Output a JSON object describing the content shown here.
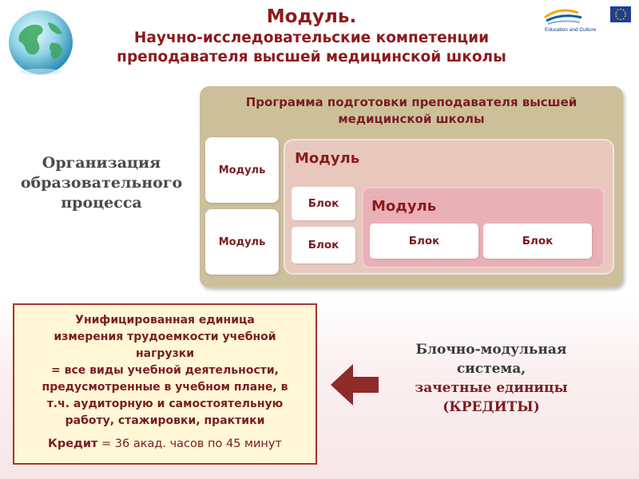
{
  "header": {
    "title_line1": "Модуль.",
    "title_line2": "Научно-исследовательские компетенции",
    "title_line3": "преподавателя высшей медицинской школы"
  },
  "logo": {
    "caption": "Education and Culture"
  },
  "diagram": {
    "program_title_line1": "Программа подготовки преподавателя высшей",
    "program_title_line2": "медицинской школы",
    "side_modules": [
      "Модуль",
      "Модуль"
    ],
    "outer_module_title": "Модуль",
    "outer_blocks": [
      "Блок",
      "Блок"
    ],
    "inner_module_title": "Модуль",
    "inner_blocks": [
      "Блок",
      "Блок"
    ]
  },
  "organization_label": {
    "line1": "Организация",
    "line2": "образовательного",
    "line3": "процесса"
  },
  "credit_box": {
    "line1": "Унифицированная единица",
    "line2": "измерения трудоемкости учебной",
    "line3": "нагрузки",
    "line4": "= все виды учебной деятельности,",
    "line5": "предусмотренные в учебном плане, в",
    "line6": "т.ч. аудиторную и самостоятельную",
    "line7": "работу, стажировки, практики",
    "credit_label": "Кредит",
    "credit_value": "= 36  акад.  часов по 45  минут"
  },
  "block_system": {
    "line1": "Блочно-модульная",
    "line2": "система,",
    "line3": "зачетные единицы",
    "line4": "(КРЕДИТЫ)"
  },
  "colors": {
    "title": "#8c1a1d",
    "panel": "#ccc09b",
    "outer_module": "#e8c8bd",
    "inner_module": "#e9b0b5",
    "arrow": "#8e2a2a",
    "credit_box_bg": "#fff7d6"
  }
}
